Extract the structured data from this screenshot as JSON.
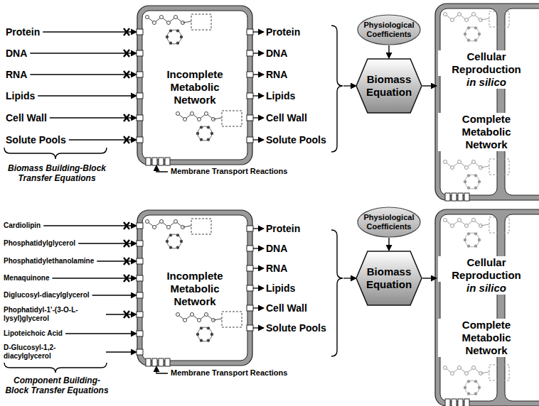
{
  "diagram": {
    "nodes": [
      {
        "text": [
          "Incomplete Metabolic Network"
        ]
      },
      {
        "text": [
          "Physiological Coefficients"
        ]
      },
      {
        "text": [
          "Biomass Equation"
        ]
      },
      {
        "text": [
          "Cellular Reproduction",
          "in silico",
          "Complete Metabolic Network"
        ]
      },
      {
        "text": [
          "Incomplete Metabolic Network"
        ]
      },
      {
        "text": [
          "Physiological Coefficients"
        ]
      },
      {
        "text": [
          "Biomass Equation"
        ]
      },
      {
        "text": [
          "Cellular Reproduction",
          "in silico",
          "Complete Metabolic Network"
        ]
      }
    ],
    "edges": [
      {
        "from": 1,
        "to": 2,
        "arrow": "to"
      },
      {
        "from": 2,
        "to": 3,
        "arrow": "to"
      },
      {
        "from": 5,
        "to": 6,
        "arrow": "to"
      },
      {
        "from": 6,
        "to": 7,
        "arrow": "to"
      }
    ],
    "labels": [
      "Protein",
      "DNA",
      "RNA",
      "Lipids",
      "Cell Wall",
      "Solute Pools",
      "Protein",
      "DNA",
      "RNA",
      "Lipids",
      "Cell Wall",
      "Solute Pools",
      "Biomass Building-Block Transfer Equations",
      "Membrane Transport Reactions",
      "Cardiolipin",
      "Phosphatidylglycerol",
      "Phosphatidylethanolamine",
      "Menaquinone",
      "Diglucosyl-diacylglycerol",
      "Phophatidyl-1'-(3-O-L-lysyl)glycerol",
      "Lipoteichoic Acid",
      "D-Glucosyl-1,2-diacylglycerol",
      "Protein",
      "DNA",
      "RNA",
      "Lipids",
      "Cell Wall",
      "Solute Pools",
      "Component Building-Block Transfer Equations",
      "Membrane Transport Reactions"
    ]
  }
}
